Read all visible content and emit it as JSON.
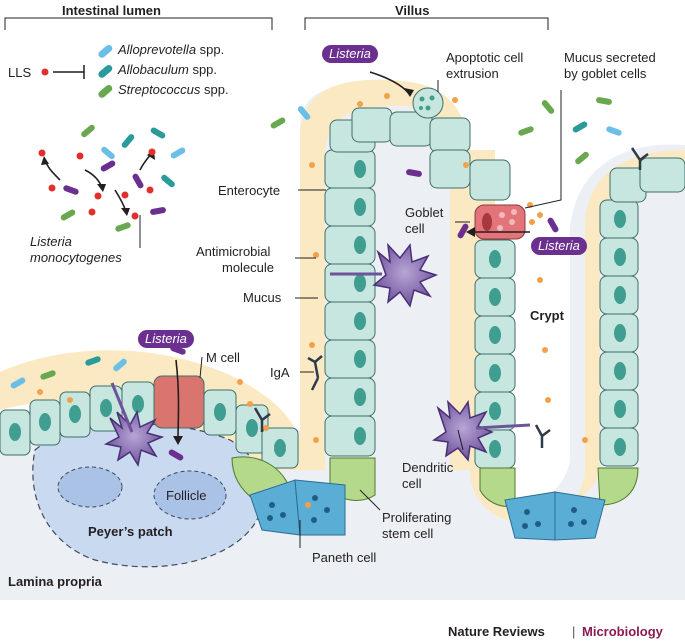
{
  "headings": {
    "lumen": "Intestinal lumen",
    "villus": "Villus"
  },
  "legend": {
    "lls": "LLS",
    "bacteria": [
      {
        "genus": "Alloprevotella",
        "suffix": " spp.",
        "color": "#6bbfe6"
      },
      {
        "genus": "Allobaculum",
        "suffix": " spp.",
        "color": "#2a9a9a"
      },
      {
        "genus": "Streptococcus",
        "suffix": " spp.",
        "color": "#6aa84f"
      }
    ]
  },
  "labels": {
    "listeria_species_line1": "Listeria",
    "listeria_species_line2": "monocytogenes",
    "listeria_tag": "Listeria",
    "apoptotic_line1": "Apoptotic cell",
    "apoptotic_line2": "extrusion",
    "mucus_secreted_line1": "Mucus secreted",
    "mucus_secreted_line2": "by goblet cells",
    "enterocyte": "Enterocyte",
    "goblet_line1": "Goblet",
    "goblet_line2": "cell",
    "antimicrobial_line1": "Antimicrobial",
    "antimicrobial_line2": "molecule",
    "mucus": "Mucus",
    "crypt": "Crypt",
    "m_cell": "M cell",
    "iga": "IgA",
    "dendritic_line1": "Dendritic",
    "dendritic_line2": "cell",
    "follicle": "Follicle",
    "peyers_patch": "Peyer’s patch",
    "proliferating_line1": "Proliferating",
    "proliferating_line2": "stem cell",
    "paneth": "Paneth cell",
    "lamina_propria": "Lamina propria"
  },
  "footer": {
    "journal": "Nature Reviews",
    "separator": "|",
    "section": "Microbiology"
  },
  "colors": {
    "mucus": "#fbe9c4",
    "epithelium": "#c7e6df",
    "nucleus": "#3f9e8f",
    "stem_cell": "#b5d98a",
    "paneth": "#5aaed6",
    "goblet": "#e3757a",
    "m_cell": "#d9756e",
    "dendritic": "#7b5ea7",
    "listeria": "#6b2f8f",
    "lamina": "#e9ecf2",
    "peyers": "#c9d9f0",
    "section": "#8a1c4f"
  }
}
